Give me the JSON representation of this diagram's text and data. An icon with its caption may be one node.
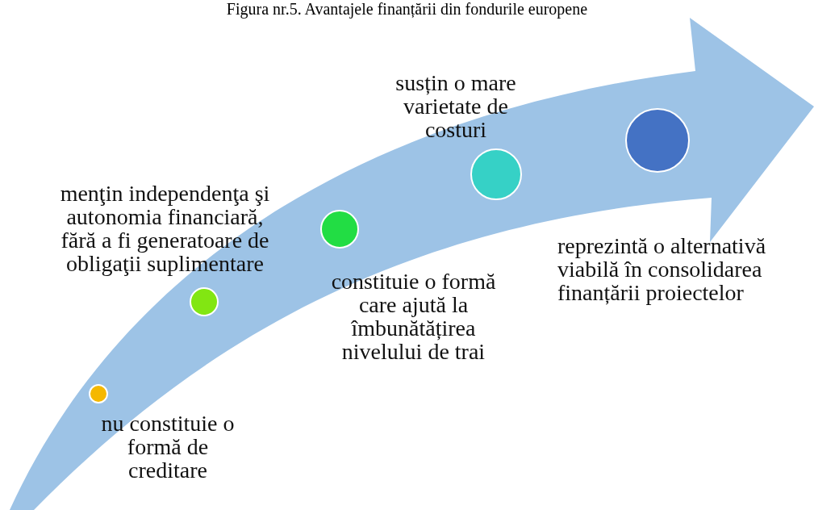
{
  "diagram": {
    "title": "Figura nr.5. Avantajele finanțării din fondurile europene",
    "nodes": [
      {
        "text": [],
        "shape": "circle"
      },
      {
        "text": [],
        "shape": "circle"
      },
      {
        "text": [],
        "shape": "circle"
      },
      {
        "text": [],
        "shape": "circle"
      },
      {
        "text": [],
        "shape": "circle"
      }
    ],
    "edges": [],
    "labels": [
      "susțin o mare varietate de costuri",
      "menţin independenţa şi autonomia financiară, fără a fi generatoare de obligaţii suplimentare",
      "reprezintă o alternativă viabilă în consolidarea finanțării proiectelor",
      "constituie o formă care ajută la îmbunătățirea nivelului de trai",
      "nu constituie o formă de creditare"
    ]
  }
}
